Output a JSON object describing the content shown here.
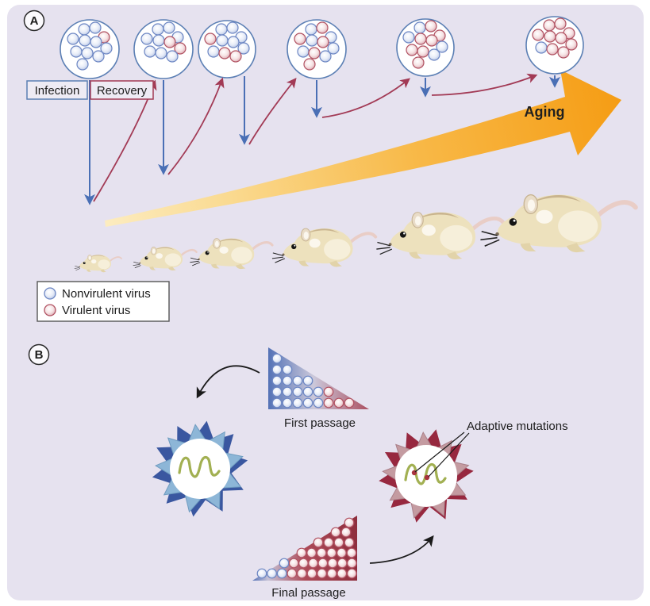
{
  "panel_a": {
    "label": "A",
    "infection_box_label": "Infection",
    "recovery_box_label": "Recovery",
    "aging_arrow_label": "Aging",
    "legend": {
      "nonvirulent_label": "Nonvirulent virus",
      "virulent_label": "Virulent virus"
    },
    "virus_populations": [
      {
        "stage": 1,
        "nonvirulent": 10,
        "virulent": 1,
        "pattern": "bbrbbbbbbbb"
      },
      {
        "stage": 2,
        "nonvirulent": 8,
        "virulent": 2,
        "pattern": "bbbbbrrbbb"
      },
      {
        "stage": 3,
        "nonvirulent": 7,
        "virulent": 3,
        "pattern": "bbbrbbbbrr"
      },
      {
        "stage": 4,
        "nonvirulent": 6,
        "virulent": 5,
        "pattern": "brbrbrbbrbr"
      },
      {
        "stage": 5,
        "nonvirulent": 4,
        "virulent": 7,
        "pattern": "brrbrrbrrbr"
      },
      {
        "stage": 6,
        "nonvirulent": 1,
        "virulent": 9,
        "pattern": "rrrrrrrbrr"
      }
    ],
    "mice_count": 6
  },
  "panel_b": {
    "label": "B",
    "first_passage": {
      "label": "First passage",
      "pattern": "bbbbbrrrbbbbbrbbbbbbb"
    },
    "final_passage": {
      "label": "Final passage",
      "pattern": "bbbrrrrrrrbrrrrrrrrrrrrrrrrrrrr"
    },
    "adaptive_mutations_label": "Adaptive mutations"
  },
  "colors": {
    "background": "#e6e2ef",
    "nonvirulent_virus": "#a9badf",
    "virulent_virus": "#d295a1",
    "infection_arrow": "#4a6fb5",
    "recovery_arrow": "#a23a55",
    "aging_arrow": "#f6a21d",
    "attenuated_capsid": "#8db6d7",
    "virulent_capsid": "#c49ba1",
    "rna_genome": "#a2b052",
    "mutation_marker": "#a8323e"
  }
}
